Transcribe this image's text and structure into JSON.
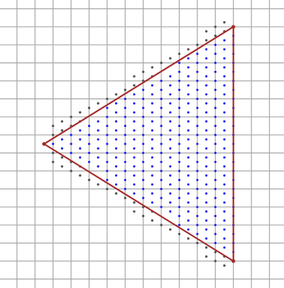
{
  "colors": {
    "background": "#ffffff",
    "grid": "#a6a6a6",
    "triangle_edge": "#a52a2a",
    "interior_sample": "#1f1ff2",
    "outside_sample": "#555555"
  },
  "chart_data": {
    "type": "scatter",
    "grid": true,
    "triangle_vertices": [
      [
        2.5,
        8.5
      ],
      [
        13,
        2
      ],
      [
        13,
        15
      ]
    ],
    "sample_spacing": 0.5,
    "series": [
      {
        "role": "inside-triangle",
        "marker_color": "#1f1ff2"
      },
      {
        "role": "near-left-edges",
        "marker_color": "#555555"
      }
    ]
  }
}
